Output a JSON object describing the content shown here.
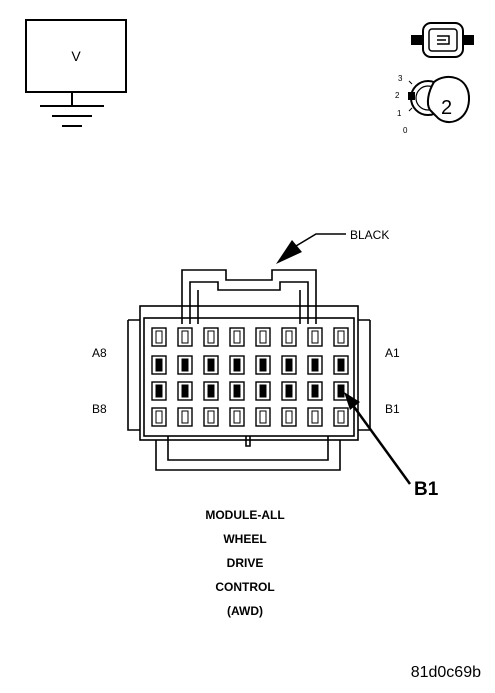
{
  "meter": {
    "label": "V"
  },
  "key_positions": [
    "3",
    "2",
    "1",
    "0"
  ],
  "key_number": "2",
  "connector": {
    "color_callout": "BLACK",
    "row_labels": {
      "a8": "A8",
      "a1": "A1",
      "b8": "B8",
      "b1": "B1"
    },
    "pin_callout": "B1"
  },
  "module_title": [
    "MODULE-ALL",
    "WHEEL",
    "DRIVE",
    "CONTROL",
    "(AWD)"
  ],
  "figure_id": "81d0c69b"
}
